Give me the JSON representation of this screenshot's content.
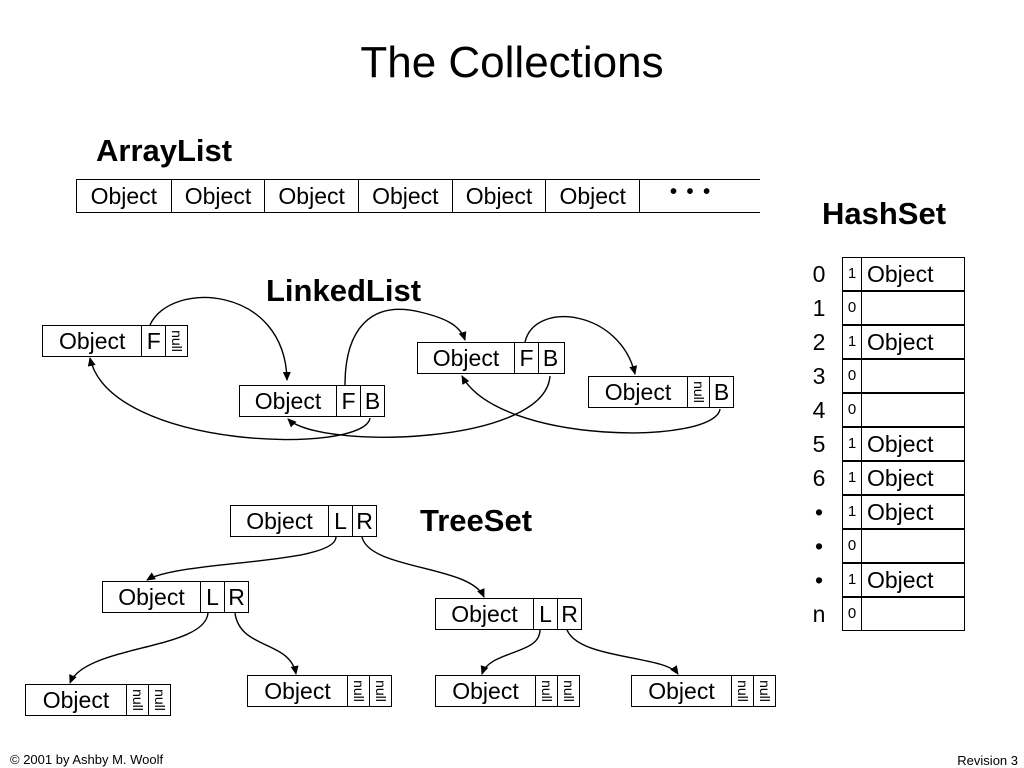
{
  "title": "The Collections",
  "footer": {
    "left": "© 2001 by Ashby M. Woolf",
    "right": "Revision 3"
  },
  "arraylist": {
    "heading": "ArrayList",
    "cells": [
      "Object",
      "Object",
      "Object",
      "Object",
      "Object",
      "Object"
    ],
    "ellipsis": "• • •"
  },
  "linkedlist": {
    "heading": "LinkedList",
    "nodes": [
      {
        "obj": "Object",
        "f": "F",
        "b": "null"
      },
      {
        "obj": "Object",
        "f": "F",
        "b": "B"
      },
      {
        "obj": "Object",
        "f": "F",
        "b": "B"
      },
      {
        "obj": "Object",
        "f": "null",
        "b": "B"
      }
    ]
  },
  "treeset": {
    "heading": "TreeSet",
    "nodes": [
      {
        "obj": "Object",
        "l": "L",
        "r": "R"
      },
      {
        "obj": "Object",
        "l": "L",
        "r": "R"
      },
      {
        "obj": "Object",
        "l": "L",
        "r": "R"
      },
      {
        "obj": "Object",
        "l": "null",
        "r": "null"
      },
      {
        "obj": "Object",
        "l": "null",
        "r": "null"
      },
      {
        "obj": "Object",
        "l": "null",
        "r": "null"
      },
      {
        "obj": "Object",
        "l": "null",
        "r": "null"
      }
    ]
  },
  "hashset": {
    "heading": "HashSet",
    "rows": [
      {
        "idx": "0",
        "bit": "1",
        "val": "Object"
      },
      {
        "idx": "1",
        "bit": "0",
        "val": ""
      },
      {
        "idx": "2",
        "bit": "1",
        "val": "Object"
      },
      {
        "idx": "3",
        "bit": "0",
        "val": ""
      },
      {
        "idx": "4",
        "bit": "0",
        "val": ""
      },
      {
        "idx": "5",
        "bit": "1",
        "val": "Object"
      },
      {
        "idx": "6",
        "bit": "1",
        "val": "Object"
      },
      {
        "idx": "•",
        "bit": "1",
        "val": "Object"
      },
      {
        "idx": "•",
        "bit": "0",
        "val": ""
      },
      {
        "idx": "•",
        "bit": "1",
        "val": "Object"
      },
      {
        "idx": "n",
        "bit": "0",
        "val": ""
      }
    ]
  }
}
